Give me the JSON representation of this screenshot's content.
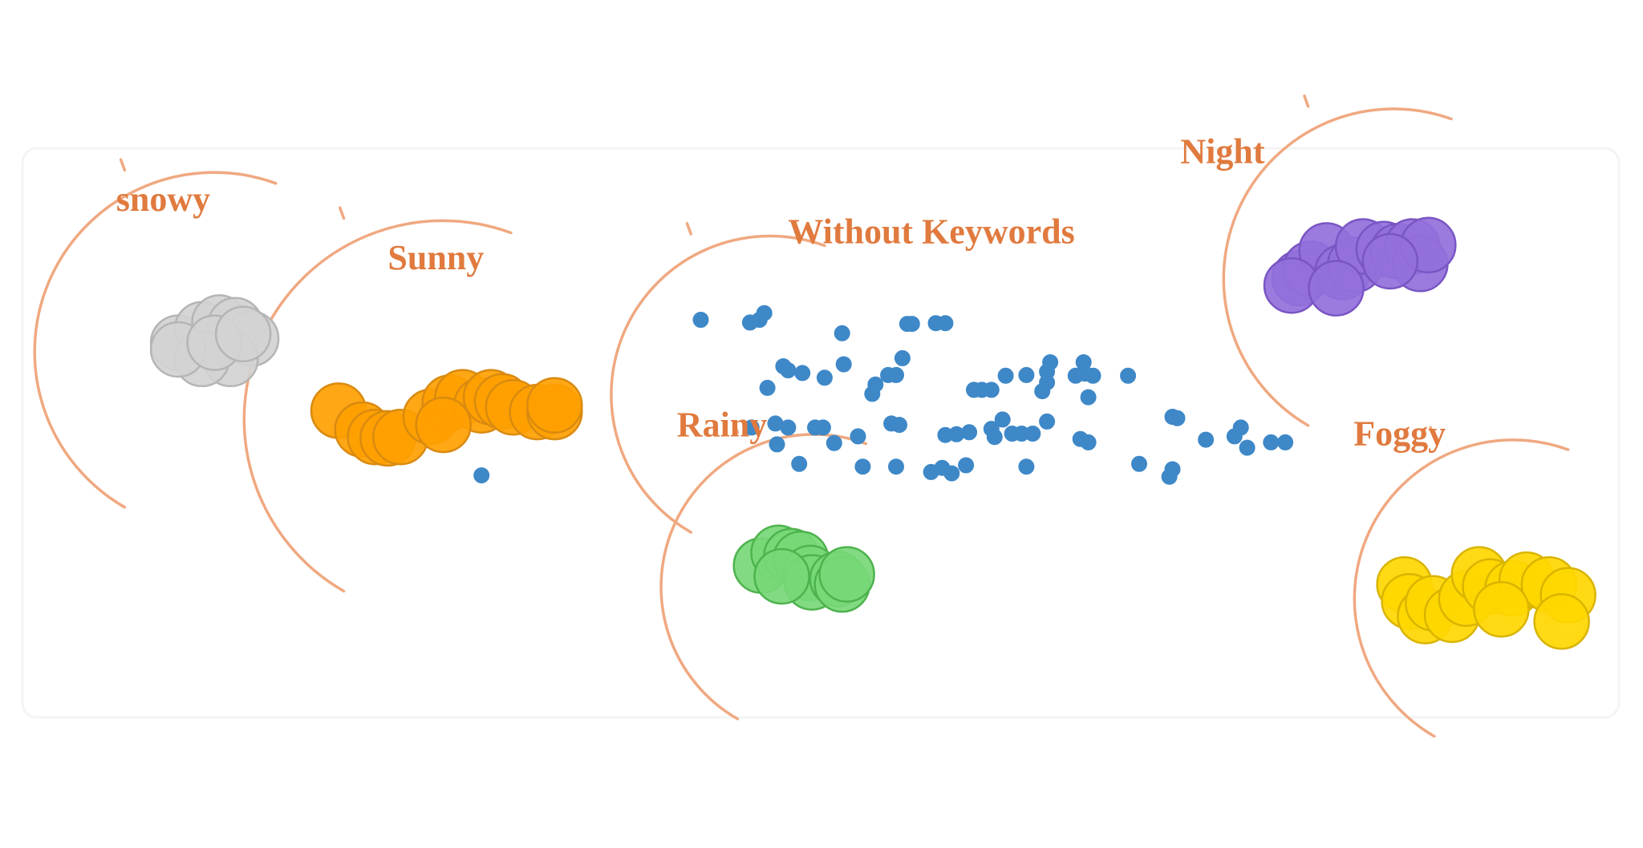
{
  "chart_data": {
    "type": "scatter",
    "title": "",
    "xlabel": "",
    "ylabel": "",
    "grid": false,
    "xlim": [
      0,
      100
    ],
    "ylim": [
      0,
      100
    ],
    "label_color": "#E07A3E",
    "arc_color": "#F0A880",
    "series": [
      {
        "name": "snowy",
        "color": "#D3D3D3",
        "stroke": "#B5B5B5",
        "marker": "large",
        "label_at": [
          5.8,
          80.6
        ],
        "arc": {
          "center": [
            10.2,
            61.6
          ],
          "radius": 11.3
        },
        "points": [
          [
            9.7,
            61.0
          ],
          [
            11.2,
            63.0
          ],
          [
            12.3,
            64.0
          ],
          [
            13.3,
            63.6
          ],
          [
            14.3,
            61.6
          ],
          [
            13.0,
            58.6
          ],
          [
            11.2,
            58.6
          ],
          [
            9.7,
            60.0
          ],
          [
            12.0,
            61.0
          ],
          [
            13.8,
            62.3
          ]
        ]
      },
      {
        "name": "Sunny",
        "color": "#FFA000",
        "stroke": "#D98A10",
        "marker": "large",
        "label_at": [
          22.9,
          71.9
        ],
        "arc": {
          "center": [
            24.4,
            51.8
          ],
          "radius": 12.5
        },
        "points": [
          [
            19.8,
            50.9
          ],
          [
            21.3,
            48.1
          ],
          [
            22.1,
            47.0
          ],
          [
            22.9,
            46.8
          ],
          [
            23.7,
            47.0
          ],
          [
            25.6,
            50.0
          ],
          [
            26.8,
            52.1
          ],
          [
            27.6,
            52.9
          ],
          [
            28.8,
            51.7
          ],
          [
            29.4,
            52.9
          ],
          [
            30.1,
            52.3
          ],
          [
            30.8,
            51.4
          ],
          [
            32.3,
            50.7
          ],
          [
            33.4,
            50.7
          ],
          [
            33.4,
            51.7
          ],
          [
            26.4,
            48.8
          ]
        ]
      },
      {
        "name": "Without Keywords",
        "color": "#3E88C8",
        "stroke": "#3E88C8",
        "marker": "small",
        "label_at": [
          48.1,
          75.8
        ],
        "arc": {
          "center": [
            45.4,
            55.0
          ],
          "radius": 10.0
        },
        "points": [
          [
            28.8,
            41.3
          ],
          [
            42.6,
            64.4
          ],
          [
            45.7,
            64.0
          ],
          [
            46.3,
            64.4
          ],
          [
            46.6,
            65.4
          ],
          [
            51.5,
            62.4
          ],
          [
            55.6,
            63.8
          ],
          [
            55.9,
            63.8
          ],
          [
            57.4,
            63.9
          ],
          [
            58.0,
            63.9
          ],
          [
            51.6,
            57.8
          ],
          [
            55.3,
            58.7
          ],
          [
            48.1,
            56.9
          ],
          [
            47.8,
            57.5
          ],
          [
            49.0,
            56.5
          ],
          [
            50.4,
            55.8
          ],
          [
            54.4,
            56.2
          ],
          [
            54.9,
            56.2
          ],
          [
            53.6,
            54.8
          ],
          [
            53.4,
            53.4
          ],
          [
            46.8,
            54.3
          ],
          [
            61.8,
            56.1
          ],
          [
            63.1,
            56.2
          ],
          [
            64.4,
            56.7
          ],
          [
            64.4,
            55.1
          ],
          [
            64.1,
            53.8
          ],
          [
            64.6,
            58.1
          ],
          [
            66.2,
            56.1
          ],
          [
            66.8,
            56.4
          ],
          [
            67.3,
            56.1
          ],
          [
            66.7,
            58.1
          ],
          [
            59.8,
            54.0
          ],
          [
            60.3,
            54.0
          ],
          [
            60.9,
            54.0
          ],
          [
            69.5,
            56.1
          ],
          [
            67.0,
            52.9
          ],
          [
            45.8,
            48.4
          ],
          [
            47.3,
            49.0
          ],
          [
            48.1,
            48.4
          ],
          [
            49.8,
            48.4
          ],
          [
            50.3,
            48.4
          ],
          [
            54.6,
            49.0
          ],
          [
            55.1,
            48.8
          ],
          [
            47.4,
            45.9
          ],
          [
            51.0,
            46.1
          ],
          [
            52.5,
            47.1
          ],
          [
            58.0,
            47.3
          ],
          [
            58.7,
            47.4
          ],
          [
            59.5,
            47.7
          ],
          [
            60.9,
            48.2
          ],
          [
            61.1,
            47.0
          ],
          [
            61.6,
            49.6
          ],
          [
            62.2,
            47.5
          ],
          [
            62.8,
            47.5
          ],
          [
            63.5,
            47.5
          ],
          [
            64.4,
            49.3
          ],
          [
            66.5,
            46.7
          ],
          [
            67.0,
            46.2
          ],
          [
            72.3,
            50.0
          ],
          [
            72.6,
            49.8
          ],
          [
            48.8,
            43.0
          ],
          [
            52.8,
            42.6
          ],
          [
            54.9,
            42.6
          ],
          [
            57.1,
            41.8
          ],
          [
            57.8,
            42.4
          ],
          [
            58.4,
            41.6
          ],
          [
            59.3,
            42.8
          ],
          [
            63.1,
            42.6
          ],
          [
            70.2,
            43.0
          ],
          [
            72.3,
            42.2
          ],
          [
            72.1,
            41.1
          ],
          [
            74.4,
            46.6
          ],
          [
            76.2,
            47.1
          ],
          [
            76.6,
            48.4
          ],
          [
            77.0,
            45.4
          ],
          [
            78.5,
            46.2
          ],
          [
            79.4,
            46.2
          ]
        ]
      },
      {
        "name": "Night",
        "color": "#9370DB",
        "stroke": "#7A55C4",
        "marker": "large",
        "label_at": [
          72.8,
          87.7
        ],
        "arc": {
          "center": [
            84.5,
            72.4
          ],
          "radius": 10.7
        },
        "points": [
          [
            80.3,
            70.6
          ],
          [
            81.0,
            72.0
          ],
          [
            82.0,
            74.7
          ],
          [
            83.0,
            71.5
          ],
          [
            83.8,
            72.6
          ],
          [
            84.3,
            75.3
          ],
          [
            85.6,
            74.9
          ],
          [
            86.5,
            74.6
          ],
          [
            87.4,
            75.3
          ],
          [
            87.9,
            72.7
          ],
          [
            88.4,
            75.5
          ],
          [
            86.0,
            73.1
          ],
          [
            79.8,
            69.5
          ],
          [
            82.6,
            69.1
          ]
        ]
      },
      {
        "name": "Rainy",
        "color": "#77D877",
        "stroke": "#4DB34D",
        "marker": "large",
        "label_at": [
          41.1,
          47.1
        ],
        "arc": {
          "center": [
            48.2,
            26.4
          ],
          "radius": 9.6
        },
        "points": [
          [
            46.4,
            27.9
          ],
          [
            47.5,
            29.8
          ],
          [
            48.3,
            29.3
          ],
          [
            48.9,
            28.9
          ],
          [
            49.5,
            26.8
          ],
          [
            49.6,
            25.4
          ],
          [
            51.2,
            25.9
          ],
          [
            51.5,
            25.1
          ],
          [
            51.8,
            26.6
          ],
          [
            47.7,
            26.3
          ]
        ]
      },
      {
        "name": "Foggy",
        "color": "#FFD700",
        "stroke": "#D9B400",
        "marker": "large",
        "label_at": [
          83.7,
          45.8
        ],
        "arc": {
          "center": [
            92.2,
            24.7
          ],
          "radius": 10.0
        },
        "points": [
          [
            86.9,
            25.1
          ],
          [
            87.2,
            22.6
          ],
          [
            88.2,
            20.4
          ],
          [
            88.7,
            22.3
          ],
          [
            89.9,
            20.6
          ],
          [
            90.8,
            23.0
          ],
          [
            91.6,
            26.6
          ],
          [
            92.3,
            24.8
          ],
          [
            93.7,
            24.5
          ],
          [
            94.6,
            25.8
          ],
          [
            96.0,
            25.1
          ],
          [
            97.2,
            23.5
          ],
          [
            96.8,
            19.6
          ],
          [
            93.0,
            21.4
          ]
        ]
      }
    ]
  }
}
